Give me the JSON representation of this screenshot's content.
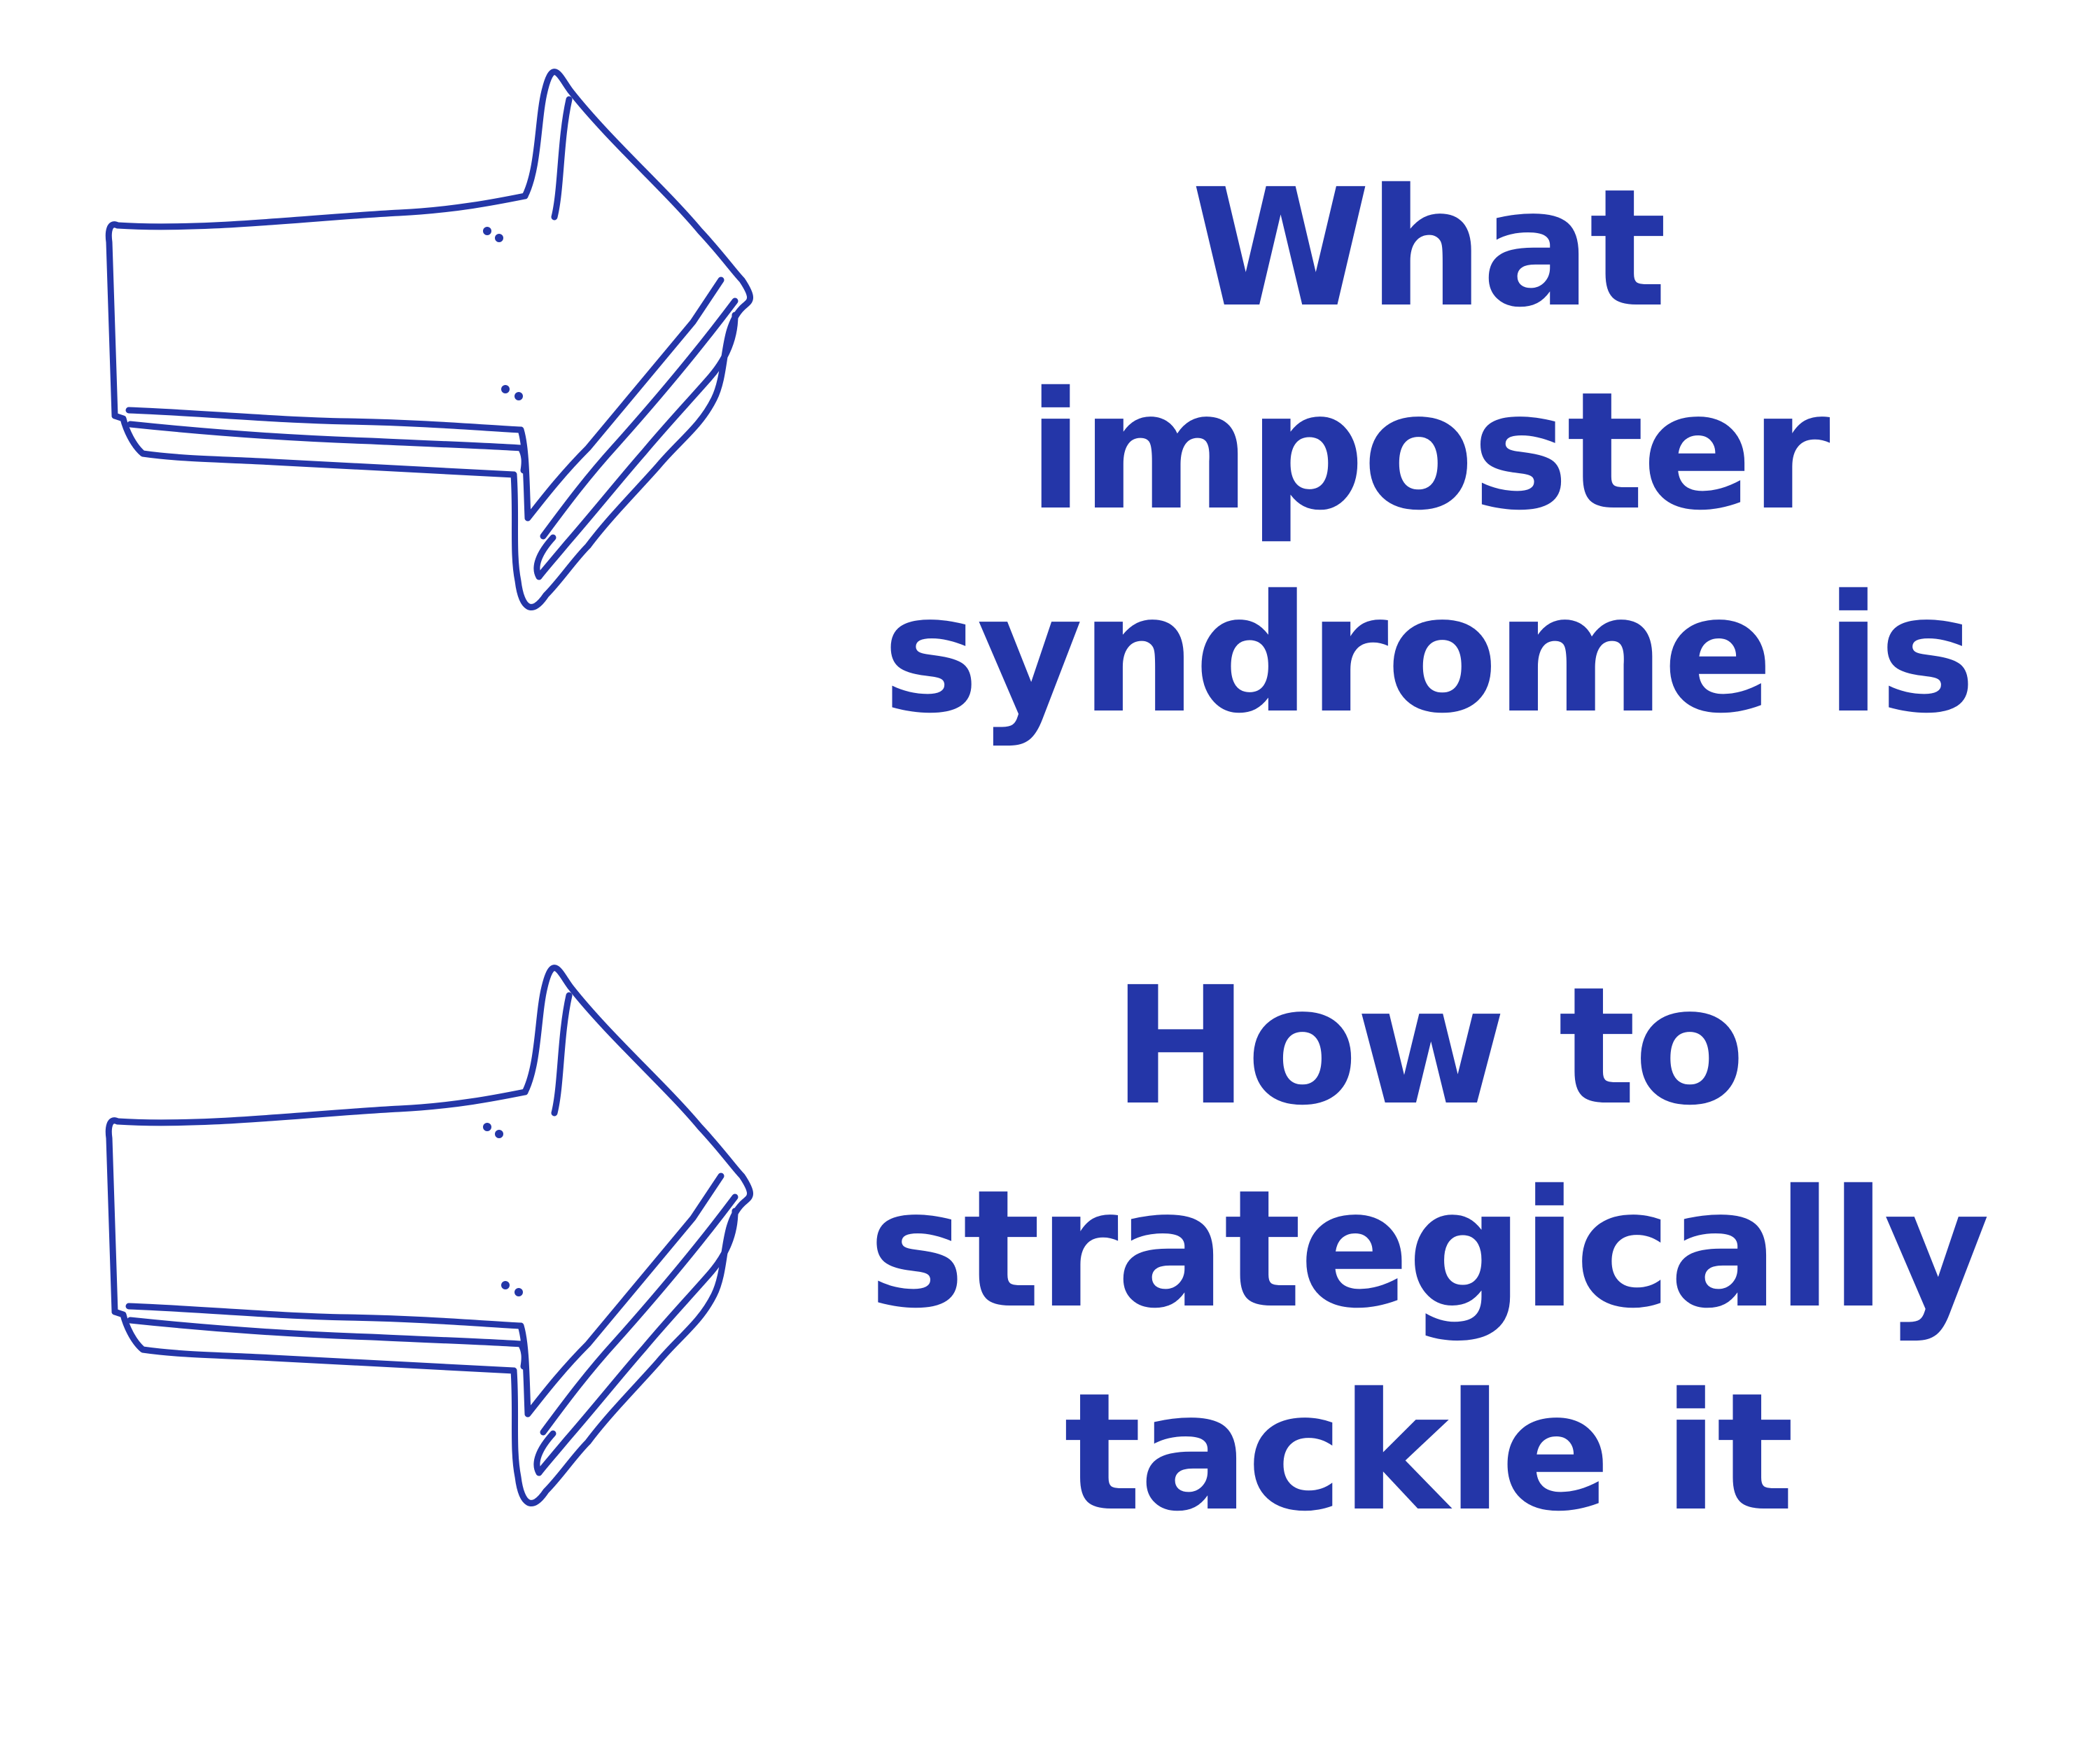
{
  "accent_color": "#2436a8",
  "items": [
    {
      "icon": "hand-drawn-arrow-right-icon",
      "lines": [
        "What",
        "imposter",
        "syndrome is"
      ]
    },
    {
      "icon": "hand-drawn-arrow-right-icon",
      "lines": [
        "How to",
        "strategically",
        "tackle it"
      ]
    }
  ]
}
